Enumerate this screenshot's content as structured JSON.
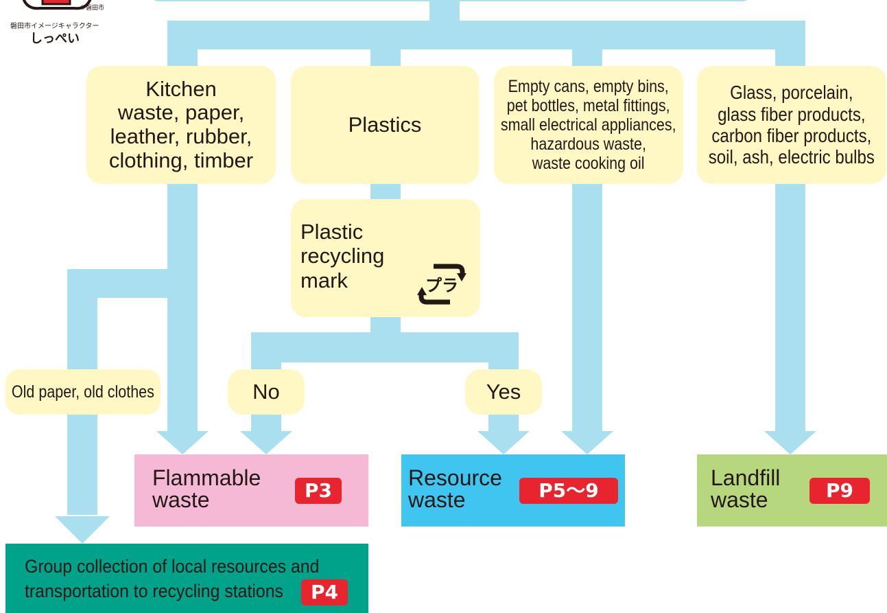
{
  "mascot": {
    "copyright": "©磐田市",
    "caption": "磐田市イメージキャラクター",
    "name": "しっぺい"
  },
  "categories": {
    "kitchen": [
      "Kitchen",
      "waste, paper,",
      "leather, rubber,",
      "clothing, timber"
    ],
    "plastics": "Plastics",
    "cans": [
      "Empty cans, empty bins,",
      "pet bottles, metal fittings,",
      "small electrical appliances,",
      "hazardous waste,",
      "waste cooking oil"
    ],
    "glass": [
      "Glass, porcelain,",
      "glass fiber products,",
      "carbon fiber products,",
      "soil, ash, electric bulbs"
    ]
  },
  "plastic_mark": {
    "label": [
      "Plastic",
      "recycling",
      "mark"
    ],
    "icon": "pla-recycling-mark-icon",
    "icon_text": "プラ"
  },
  "answers": {
    "no": "No",
    "yes": "Yes"
  },
  "old_paper": "Old paper, old clothes",
  "destinations": {
    "flammable": {
      "label": [
        "Flammable",
        "waste"
      ],
      "page": "P3",
      "color": "#f5b9d5"
    },
    "resource": {
      "label": [
        "Resource",
        "waste"
      ],
      "page": "P5～9",
      "color": "#3fc5f0"
    },
    "landfill": {
      "label": [
        "Landfill",
        "waste"
      ],
      "page": "P9",
      "color": "#b6d77e"
    },
    "group": {
      "label": [
        "Group collection of local resources and",
        "transportation to recycling stations"
      ],
      "page": "P4",
      "color": "#00a28a"
    }
  },
  "colors": {
    "connector": "#aadff0",
    "node": "#fff8c4",
    "badge": "#e8242f"
  }
}
